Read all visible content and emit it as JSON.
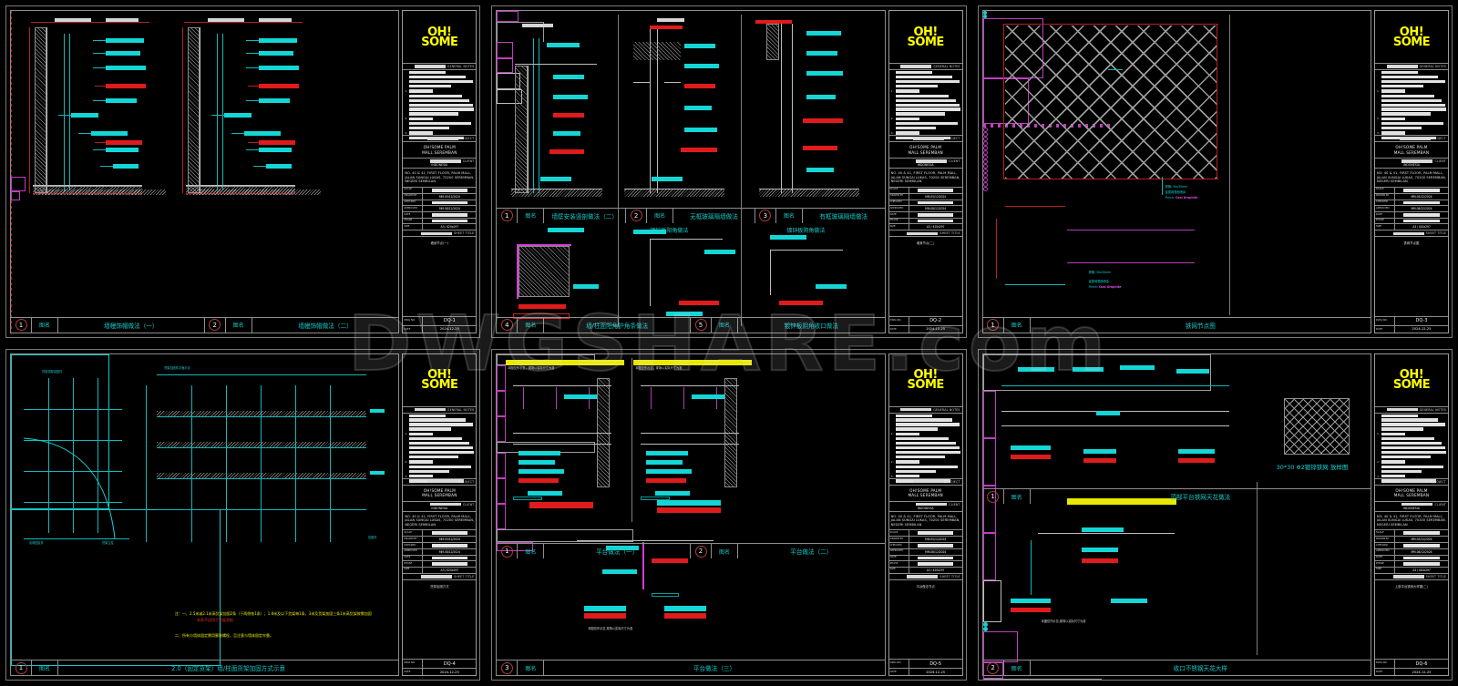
{
  "watermark": "DWGSHARE.com",
  "brand": {
    "line1": "OH!",
    "line2": "SOME"
  },
  "titleblock": {
    "general_notes_label": "GENERAL NOTES",
    "project_label": "PROJECT",
    "project_name_line1": "OH!SOME PALM",
    "project_name_line2": "MALL SEREMBAN",
    "client_label": "CLIENT",
    "client_value": "INDONESIA",
    "address": "NO. 40 & 41, FIRST FLOOR, PALM MALL, JALAN SUNGAI LUKAS, 70200 SEREMBAN, NEGERI SEMBILAN",
    "rows": [
      {
        "key": "SCALE",
        "value": ""
      },
      {
        "key": "DRAWN BY",
        "value": "MM-05/12/2024"
      },
      {
        "key": "CHECKED",
        "value": ""
      },
      {
        "key": "APPROVED",
        "value": "MM-08/12/2024"
      },
      {
        "key": "DATE",
        "value": ""
      },
      {
        "key": "PHASE",
        "value": ""
      },
      {
        "key": "SIZE",
        "value": "A3 / 420x297"
      }
    ],
    "sheet_title_label": "SHEET TITLE",
    "dwg_no_label": "DWG NO.",
    "date_label": "DATE"
  },
  "sheets": [
    {
      "id": "sheet-1",
      "dwg_no": "DQ-1",
      "date": "2024-12-25",
      "sheet_title": "墙身节点(一)",
      "captions_bottom": [
        {
          "num": "1",
          "label": "图名",
          "title": "墙幔饰帽做法（一）"
        },
        {
          "num": "2",
          "label": "图名",
          "title": "墙幔饰帽做法（二）"
        }
      ]
    },
    {
      "id": "sheet-2",
      "dwg_no": "DQ-2",
      "date": "2024-12-25",
      "sheet_title": "墙身节点(二)",
      "captions_mid": [
        {
          "num": "1",
          "label": "图名",
          "title": "墙壁安装竖剖做法（二）"
        },
        {
          "num": "2",
          "label": "图名",
          "title": "无框玻璃隔墙做法"
        },
        {
          "num": "3",
          "label": "图名",
          "title": "有框玻璃隔墙做法"
        }
      ],
      "captions_bottom": [
        {
          "num": "4",
          "label": "图名",
          "title": "墙/柱面阳角护角条做法"
        },
        {
          "num": "5",
          "label": "图名",
          "title": "镀锌板阴角收口做法"
        }
      ],
      "inline_titles": [
        "镀锌板阳角做法",
        "镀锌板阴角做法"
      ]
    },
    {
      "id": "sheet-3",
      "dwg_no": "DQ-3",
      "date": "2024-12-25",
      "sheet_title": "铁网节点图",
      "captions_bottom": [
        {
          "num": "1",
          "label": "图名",
          "title": "铁网节点图"
        }
      ],
      "annotations": [
        "规格: 30x30mm",
        "金属网表面喷涂",
        "Finish:  Coal  Graphite"
      ]
    },
    {
      "id": "sheet-4",
      "dwg_no": "DQ-4",
      "date": "2024-12-25",
      "sheet_title": "货架加固方式",
      "captions_bottom": [
        {
          "num": "1",
          "label": "图名",
          "title": "2.0（固定货架）墙/柱面货架加固方式示意"
        }
      ],
      "notes": [
        "注：一、2.5米或2.1米高货架加固2条（于两侧各1条）；1.8米及以下货架每1条，3米及货架加固三条1米高货架按需加固",
        "二、所有与墙体固定需用膨胀螺栓，且注意与墙体固定牢靠。"
      ],
      "note_highlight": "本条不适用于货架背板"
    },
    {
      "id": "sheet-5",
      "dwg_no": "DQ-5",
      "date": "2024-12-25",
      "sheet_title": "平台做法节点",
      "captions_mid": [
        {
          "num": "1",
          "label": "图名",
          "title": "平台做法（一）"
        },
        {
          "num": "2",
          "label": "图名",
          "title": "平台做法（二）"
        }
      ],
      "captions_bottom": [
        {
          "num": "3",
          "label": "图名",
          "title": "平台做法（三）"
        }
      ]
    },
    {
      "id": "sheet-6",
      "dwg_no": "DQ-6",
      "date": "2024-12-25",
      "sheet_title": "上部平台铁网大样图(二)",
      "captions_mid": [
        {
          "num": "1",
          "label": "图名",
          "title": "顶部平台铁网天花做法"
        }
      ],
      "captions_bottom": [
        {
          "num": "2",
          "label": "图名",
          "title": "收口不锈钢天花大样"
        }
      ],
      "mesh_caption": "30*30  Φ2镀锌铁网 放样图"
    }
  ],
  "colors": {
    "background": "#000000",
    "cyan": "#14d6d6",
    "red": "#e01b1b",
    "yellow": "#e8e800",
    "magenta": "#d03fd0",
    "gray": "#909090",
    "white": "#d5d5d5",
    "logo_yellow": "#ffff00",
    "callout_circle": "#b03a3a"
  }
}
